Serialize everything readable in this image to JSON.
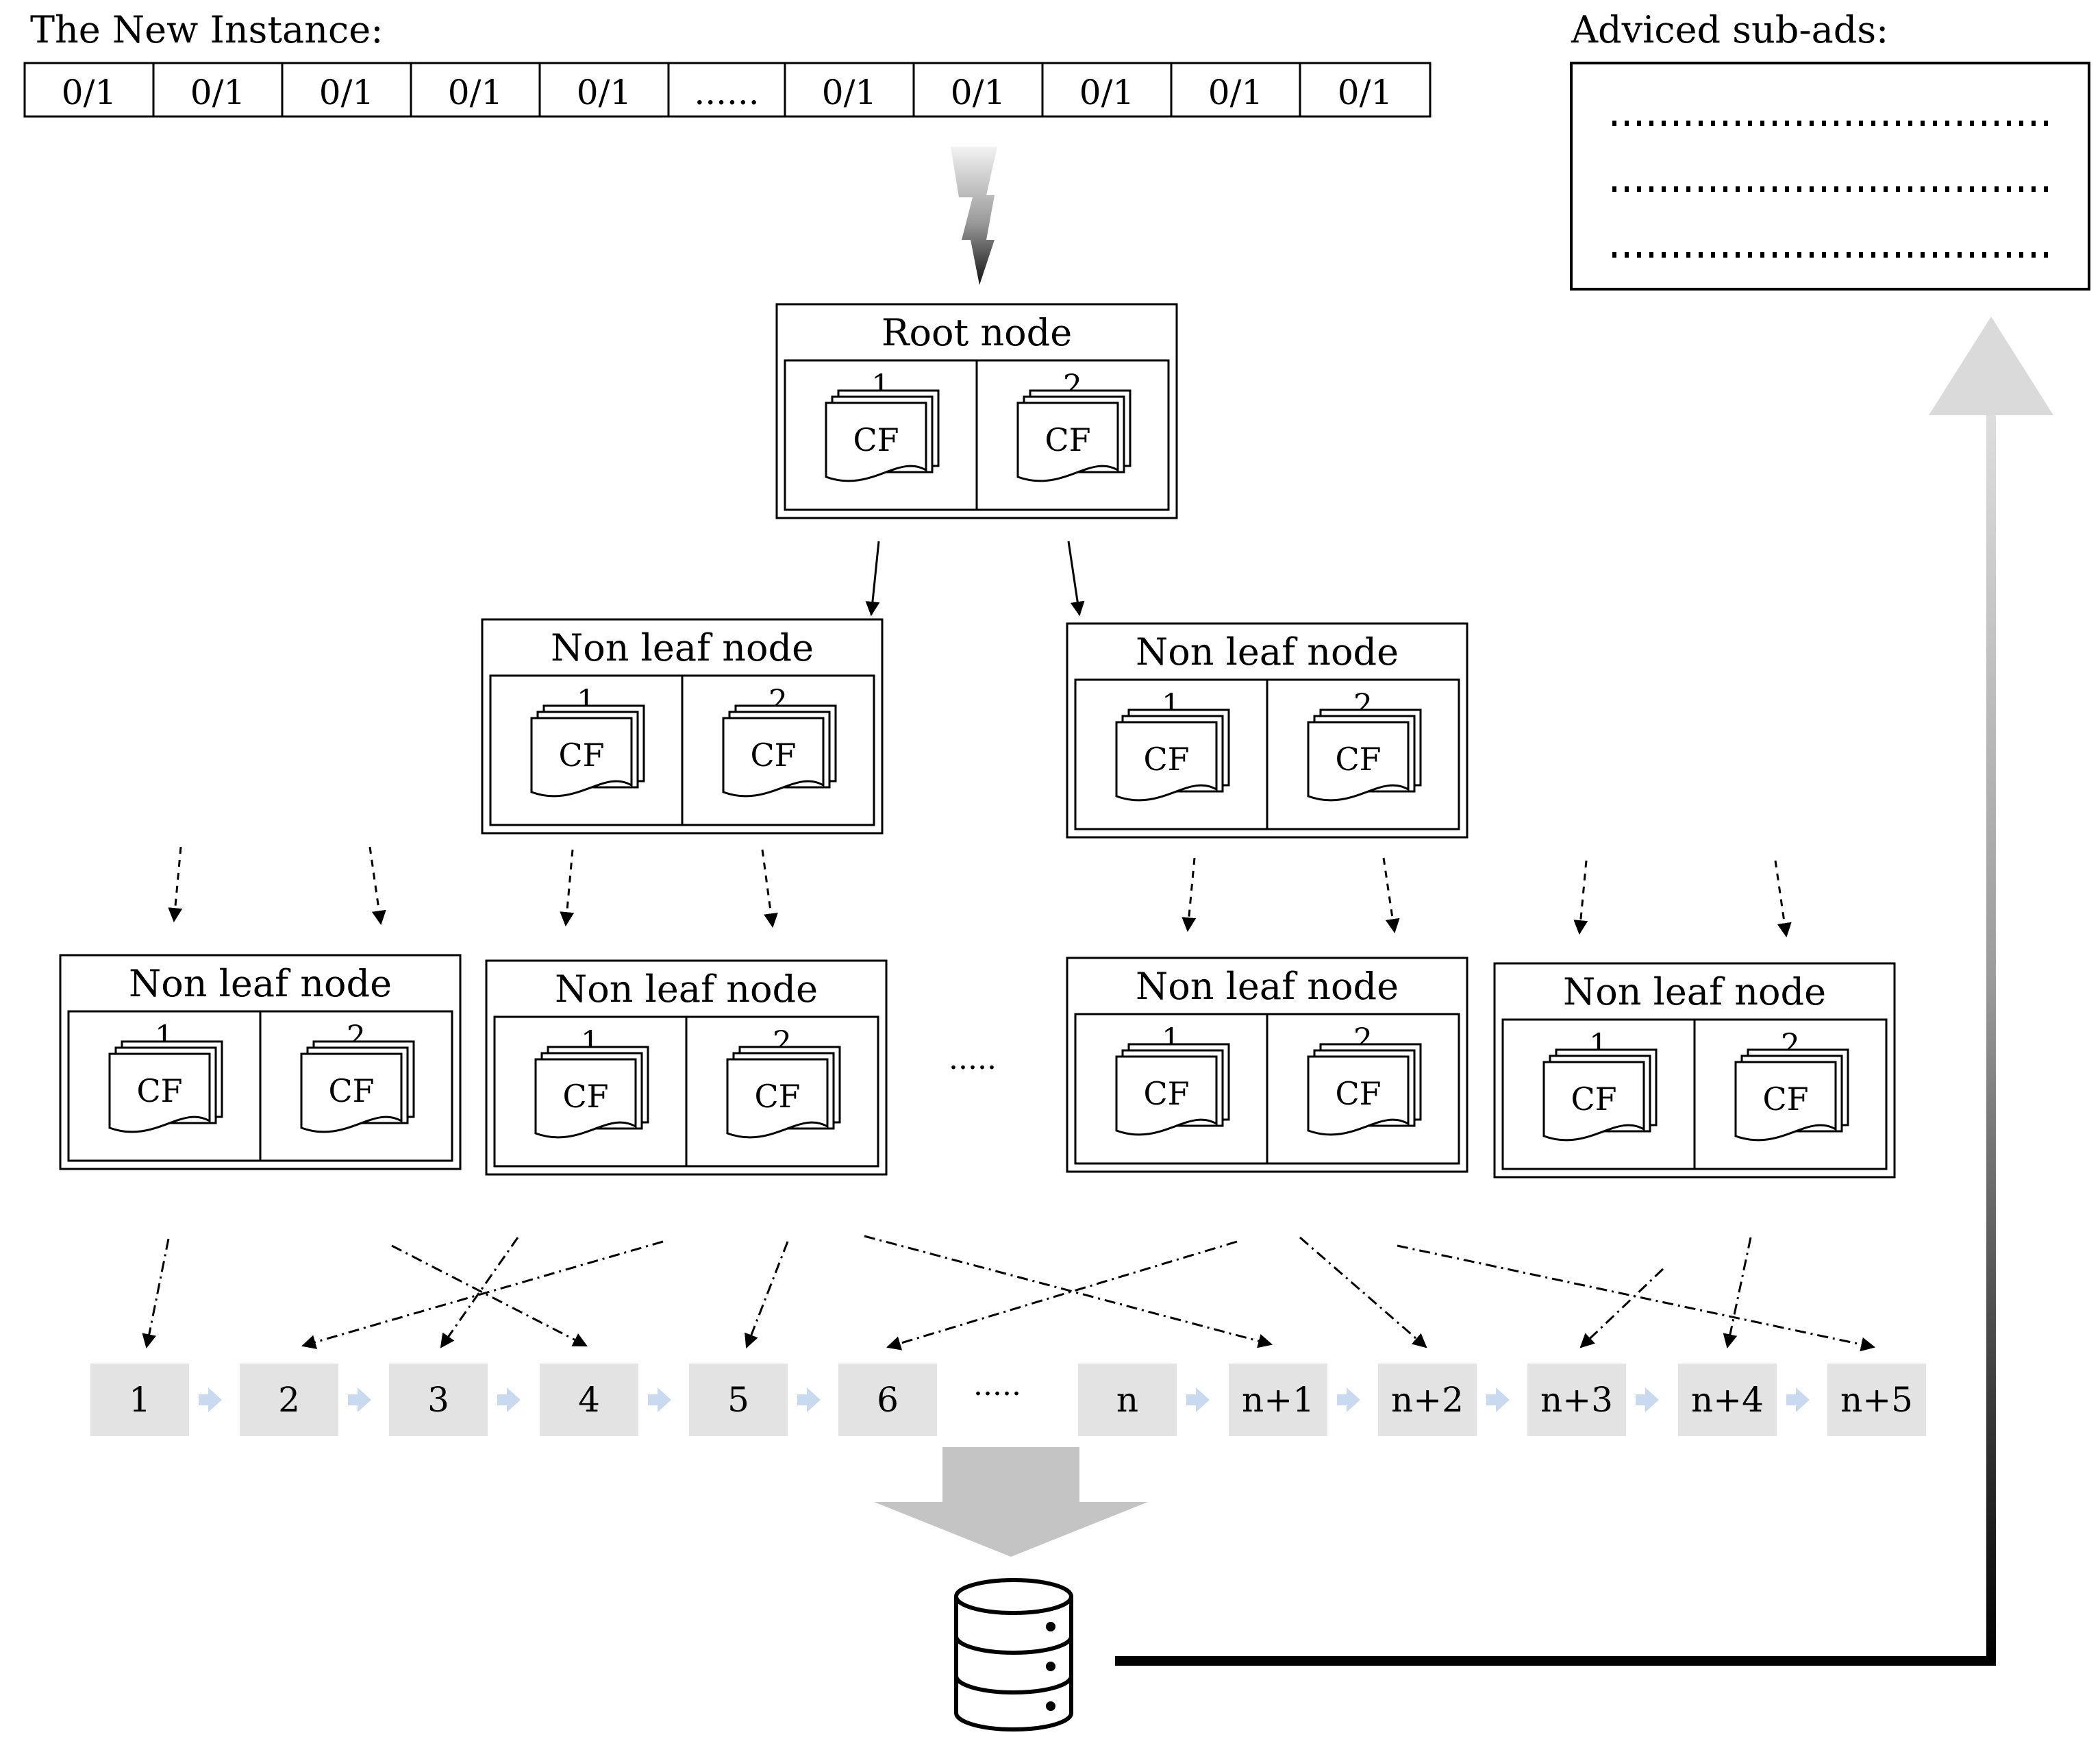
{
  "instance": {
    "title": "The New Instance:",
    "cells": [
      "0/1",
      "0/1",
      "0/1",
      "0/1",
      "0/1",
      "......",
      "0/1",
      "0/1",
      "0/1",
      "0/1",
      "0/1"
    ]
  },
  "advised": {
    "title": "Adviced sub-ads:",
    "lines": 3
  },
  "tree": {
    "nodes": [
      {
        "title": "Root node",
        "slots": [
          {
            "num": "1",
            "cf": "CF"
          },
          {
            "num": "2",
            "cf": "CF"
          }
        ]
      },
      {
        "title": "Non leaf node",
        "slots": [
          {
            "num": "1",
            "cf": "CF"
          },
          {
            "num": "2",
            "cf": "CF"
          }
        ]
      },
      {
        "title": "Non leaf node",
        "slots": [
          {
            "num": "1",
            "cf": "CF"
          },
          {
            "num": "2",
            "cf": "CF"
          }
        ]
      },
      {
        "title": "Non leaf node",
        "slots": [
          {
            "num": "1",
            "cf": "CF"
          },
          {
            "num": "2",
            "cf": "CF"
          }
        ]
      },
      {
        "title": "Non leaf node",
        "slots": [
          {
            "num": "1",
            "cf": "CF"
          },
          {
            "num": "2",
            "cf": "CF"
          }
        ]
      },
      {
        "title": "Non leaf node",
        "slots": [
          {
            "num": "1",
            "cf": "CF"
          },
          {
            "num": "2",
            "cf": "CF"
          }
        ]
      },
      {
        "title": "Non leaf node",
        "slots": [
          {
            "num": "1",
            "cf": "CF"
          },
          {
            "num": "2",
            "cf": "CF"
          }
        ]
      }
    ],
    "gap_ellipsis": "....."
  },
  "leaves": {
    "items": [
      "1",
      "2",
      "3",
      "4",
      "5",
      "6",
      "n",
      "n+1",
      "n+2",
      "n+3",
      "n+4",
      "n+5"
    ],
    "gap_ellipsis": "....."
  },
  "colors": {
    "line": "#000000",
    "leaf_fill": "#e3e3e3",
    "small_arrow": "#c9daf0",
    "down_arrow": "#c4c4c4"
  },
  "icons": [
    "lightning-icon",
    "database-icon",
    "document-stack-icon"
  ]
}
